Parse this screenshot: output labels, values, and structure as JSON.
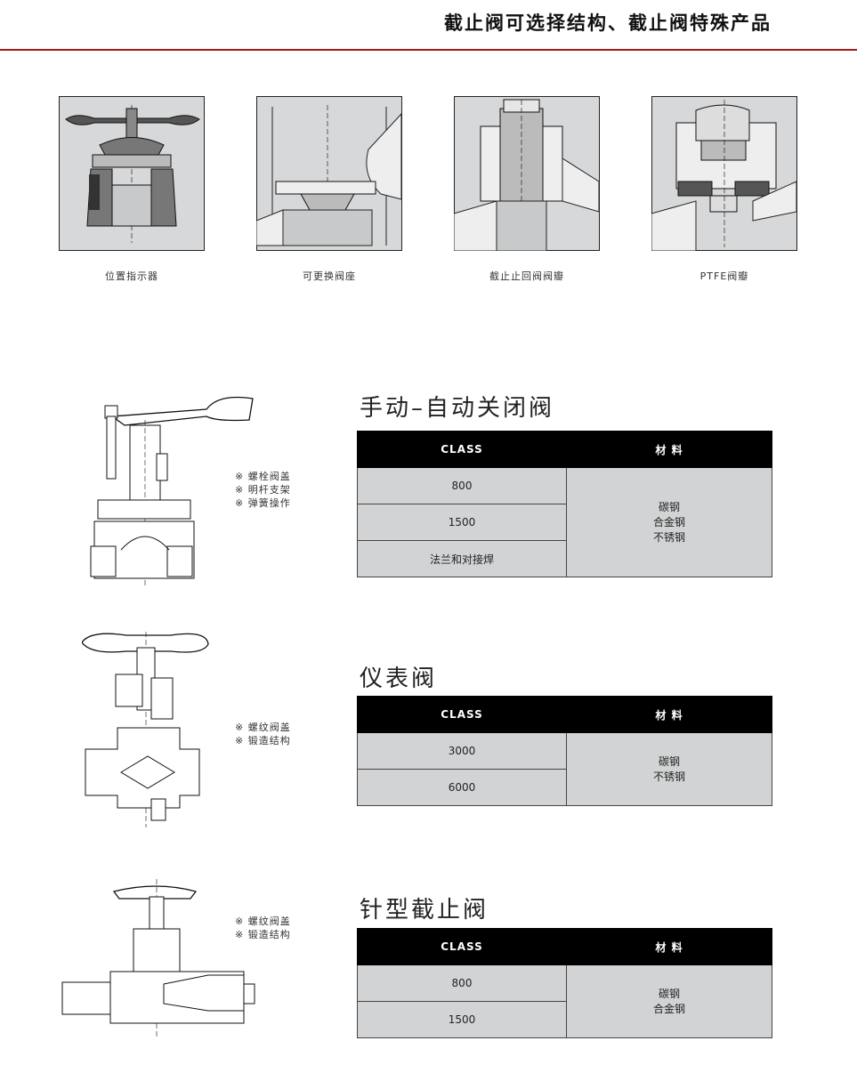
{
  "header": {
    "title": "截止阀可选择结构、截止阀特殊产品"
  },
  "options": [
    {
      "caption": "位置指示器"
    },
    {
      "caption": "可更换阀座"
    },
    {
      "caption": "截止止回阀阀瓣"
    },
    {
      "caption": "PTFE阀瓣"
    }
  ],
  "products": [
    {
      "title": "手动–自动关闭阀",
      "features": [
        "※ 螺栓阀盖",
        "※ 明杆支架",
        "※ 弹簧操作"
      ],
      "table": {
        "header_class": "CLASS",
        "header_material": "材 料",
        "classes": [
          "800",
          "1500",
          "法兰和对接焊"
        ],
        "materials": [
          "碳钢",
          "合金钢",
          "不锈钢"
        ]
      }
    },
    {
      "title": "仪表阀",
      "features": [
        "※ 螺纹阀盖",
        "※ 锻造结构"
      ],
      "table": {
        "header_class": "CLASS",
        "header_material": "材 料",
        "classes": [
          "3000",
          "6000"
        ],
        "materials": [
          "碳钢",
          "不锈钢"
        ]
      }
    },
    {
      "title": "针型截止阀",
      "features": [
        "※ 螺纹阀盖",
        "※ 锻造结构"
      ],
      "table": {
        "header_class": "CLASS",
        "header_material": "材 料",
        "classes": [
          "800",
          "1500"
        ],
        "materials": [
          "碳钢",
          "合金钢"
        ]
      }
    }
  ]
}
